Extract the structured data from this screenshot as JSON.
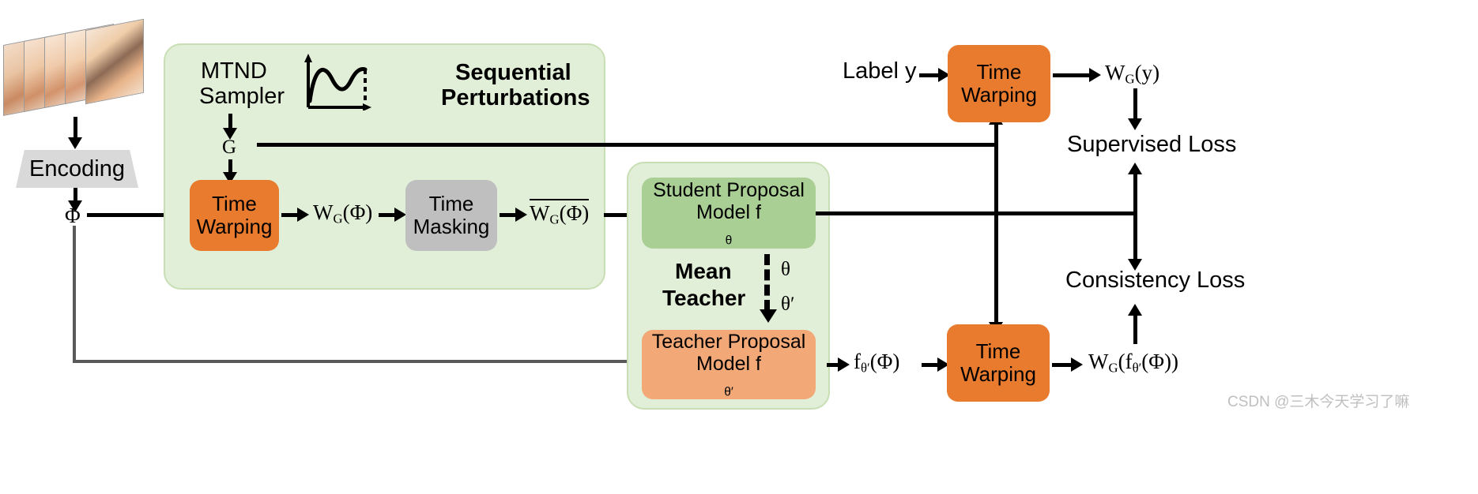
{
  "diagram": {
    "title": "Semi-supervised temporal proposal framework with sequential perturbations and mean teacher",
    "colors": {
      "orange": "#E87B2E",
      "gray": "#BFBFBF",
      "encoding_gray": "#D9D9D9",
      "panel_green": "#E2EFD8",
      "panel_border": "#C8DEB4",
      "student_green": "#A9CF95",
      "teacher_peach": "#F2A877",
      "line": "#000000",
      "skip_line": "#595959",
      "watermark": "#BFBFBF"
    }
  },
  "input": {
    "encoding_label": "Encoding",
    "feature_symbol": "Φ",
    "frames_icon": "video-frames-icon"
  },
  "perturbation_panel": {
    "title_line1": "Sequential",
    "title_line2": "Perturbations",
    "sampler_line1": "MTND",
    "sampler_line2": "Sampler",
    "curve_icon": "warp-curve-plot-icon",
    "warp_field_symbol": "G",
    "time_warping": {
      "line1": "Time",
      "line2": "Warping"
    },
    "warped_feature": {
      "base": "W",
      "sub": "G",
      "arg": "(Φ)"
    },
    "time_masking": {
      "line1": "Time",
      "line2": "Masking"
    },
    "masked_feature": {
      "base": "W",
      "sub": "G",
      "arg": "(Φ)",
      "overline": true
    }
  },
  "mean_teacher_panel": {
    "title_line1": "Mean",
    "title_line2": "Teacher",
    "student": {
      "line1": "Student Proposal",
      "line2_prefix": "Model f",
      "line2_sub": "θ"
    },
    "teacher": {
      "line1": "Teacher Proposal",
      "line2_prefix": "Model f",
      "line2_sub": "θ′"
    },
    "ema_from": "θ",
    "ema_to": "θ′",
    "teacher_output": {
      "base": "f",
      "sub": "θ′",
      "arg": "(Φ)"
    }
  },
  "supervised_branch": {
    "label_input": "Label y",
    "time_warping": {
      "line1": "Time",
      "line2": "Warping"
    },
    "warped_label": {
      "base": "W",
      "sub": "G",
      "arg": "(y)"
    },
    "loss": "Supervised Loss"
  },
  "consistency_branch": {
    "time_warping": {
      "line1": "Time",
      "line2": "Warping"
    },
    "warped_prediction": {
      "base": "W",
      "sub": "G",
      "arg": "(f",
      "sub2": "θ′",
      "arg2": "(Φ))"
    },
    "loss": "Consistency Loss"
  },
  "watermark": {
    "text": "CSDN @三木今天学习了嘛"
  }
}
